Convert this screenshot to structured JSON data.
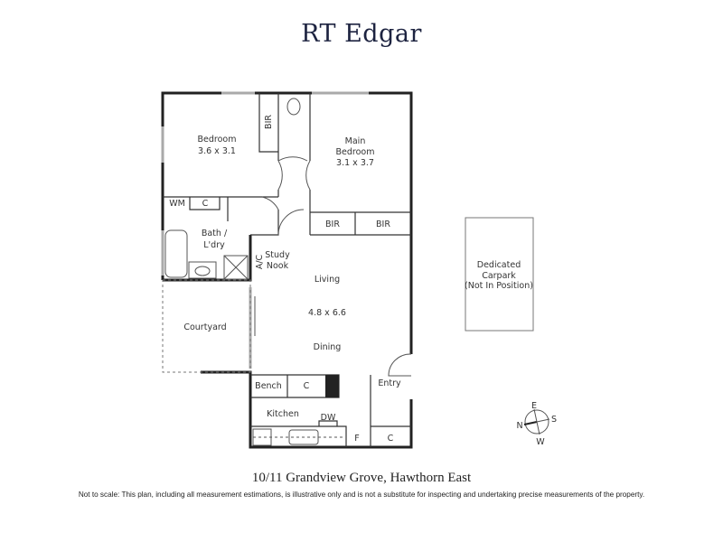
{
  "header": {
    "brand": "RT Edgar"
  },
  "rooms": {
    "bedroom": {
      "name": "Bedroom",
      "size": "3.6 x 3.1"
    },
    "main_bedroom": {
      "name_line1": "Main",
      "name_line2": "Bedroom",
      "size": "3.1 x 3.7"
    },
    "bir_1": "BIR",
    "bir_2": "BIR",
    "bir_3": "BIR",
    "wm": "WM",
    "cupboard_laundry": "C",
    "bath": {
      "line1": "Bath /",
      "line2": "L'dry"
    },
    "ac": "A/C",
    "study": {
      "line1": "Study",
      "line2": "Nook"
    },
    "living": {
      "name": "Living",
      "size": "4.8 x 6.6",
      "dining": "Dining"
    },
    "courtyard": "Courtyard",
    "bench": "Bench",
    "cupboard_kitchen": "C",
    "kitchen": "Kitchen",
    "dw": "DW",
    "fridge": "F",
    "entry": "Entry",
    "cupboard_entry": "C",
    "carpark": {
      "line1": "Dedicated",
      "line2": "Carpark",
      "line3": "(Not In Position)"
    }
  },
  "compass": {
    "n": "N",
    "e": "E",
    "s": "S",
    "w": "W"
  },
  "footer": {
    "address": "10/11 Grandview Grove, Hawthorn East",
    "disclaimer": "Not to scale: This plan, including all measurement estimations, is illustrative only and is not a substitute for inspecting and undertaking precise measurements of the property."
  }
}
